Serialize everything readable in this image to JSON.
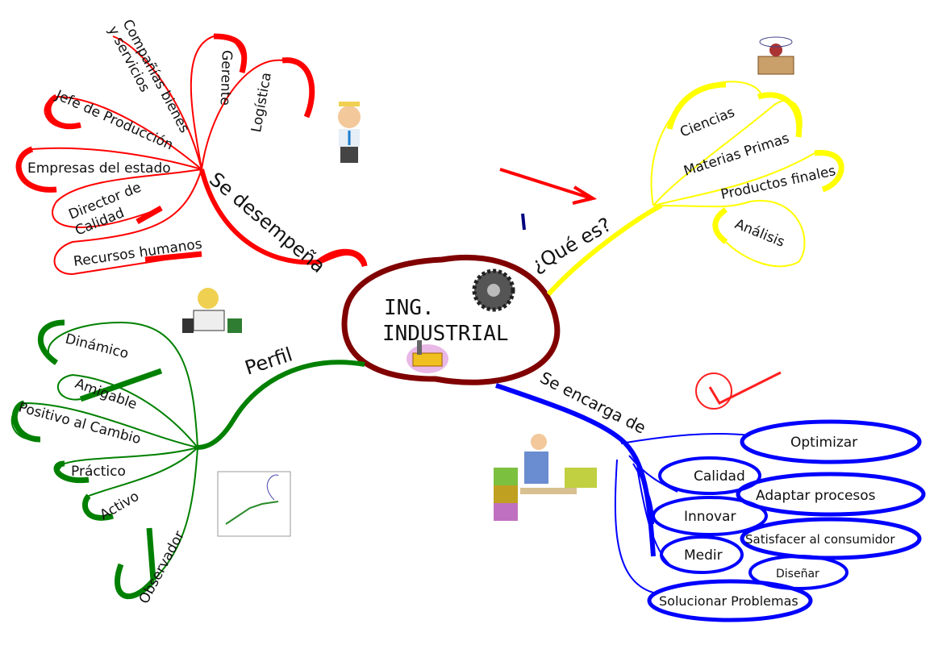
{
  "center": {
    "line1": "ING.",
    "line2": "INDUSTRIAL",
    "color": "#800000"
  },
  "branches": {
    "desempena": {
      "label": "Se desempeña",
      "color": "#ff0000",
      "items": [
        "Compañías bienes",
        "y servicios",
        "Gerente",
        "Logística",
        "Jefe de Producción",
        "Empresas del estado",
        "Director de",
        "Calidad",
        "Recursos humanos"
      ]
    },
    "que_es": {
      "label": "¿Qué es?",
      "color": "#ffff00",
      "items": [
        "Ciencias",
        "Materias Primas",
        "Productos finales",
        "Análisis"
      ]
    },
    "perfil": {
      "label": "Perfil",
      "color": "#008000",
      "items": [
        "Dinámico",
        "Amigable",
        "Positivo al Cambio",
        "Práctico",
        "Activo",
        "Observador"
      ]
    },
    "encarga": {
      "label": "Se encarga de",
      "color": "#0000ff",
      "items": [
        "Optimizar",
        "Calidad",
        "Adaptar procesos",
        "Innovar",
        "Satisfacer al consumidor",
        "Medir",
        "Diseñar",
        "Solucionar Problemas"
      ]
    }
  },
  "images": [
    "businessman-clipart",
    "books-science-clipart",
    "gear-clipart",
    "factory-clipart",
    "engineer-clipart",
    "graph-clipart",
    "tomato-check-clipart",
    "vendor-clipart",
    "red-arrow"
  ]
}
